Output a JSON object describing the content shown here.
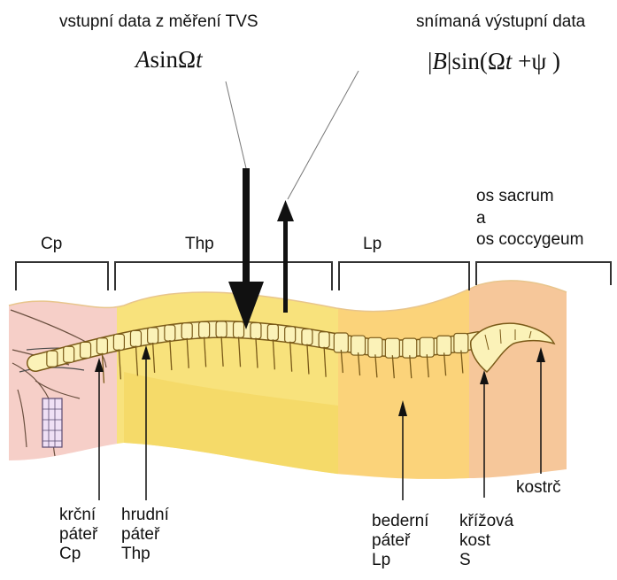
{
  "input_label": "vstupní data z měření TVS",
  "output_label": "snímaná výstupní data",
  "input_formula": {
    "amp": "A",
    "fn": "sin",
    "omega": "Ω",
    "t": "t"
  },
  "output_formula": {
    "bar": "|",
    "amp": "B",
    "fn": "sin(",
    "omega": "Ω",
    "t": "t",
    "plus": " +",
    "psi": "ψ",
    "close": " )"
  },
  "regions": {
    "cp": "Cp",
    "thp": "Thp",
    "lp": "Lp",
    "sacrum": [
      "os sacrum",
      "a",
      "os coccygeum"
    ]
  },
  "bottom_labels": {
    "cervical": [
      "krční",
      "páteř",
      "Cp"
    ],
    "thoracic": [
      "hrudní",
      "páteř",
      "Thp"
    ],
    "lumbar": [
      "bederní",
      "páteř",
      "Lp"
    ],
    "sacral": [
      "křížová",
      "kost",
      "S"
    ],
    "coccyx": "kostrč"
  },
  "colors": {
    "cervical_zone": "#f6cfc8",
    "thoracic_zone": "#f8e27c",
    "lumbar_zone": "#fbd37a",
    "sacral_zone": "#f6c79a",
    "bone": "#fbf2b8",
    "bone_outline": "#7a5a18"
  }
}
